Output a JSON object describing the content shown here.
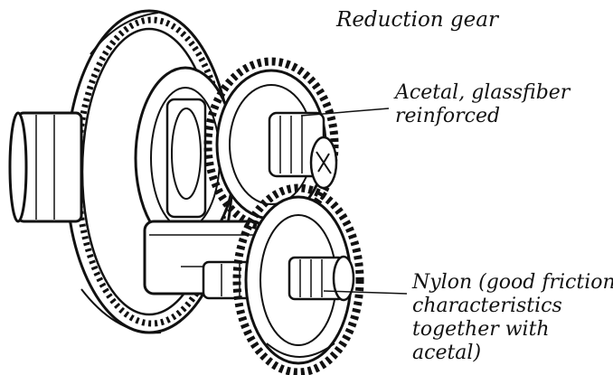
{
  "title": "Reduction gear",
  "callouts": {
    "acetal": [
      "Acetal, glassfiber",
      "reinforced"
    ],
    "nylon": [
      "Nylon (good friction",
      "characteristics",
      "together with",
      "acetal)"
    ]
  },
  "colors": {
    "ink": "#111111",
    "paper": "#ffffff",
    "shade": "#555555"
  }
}
